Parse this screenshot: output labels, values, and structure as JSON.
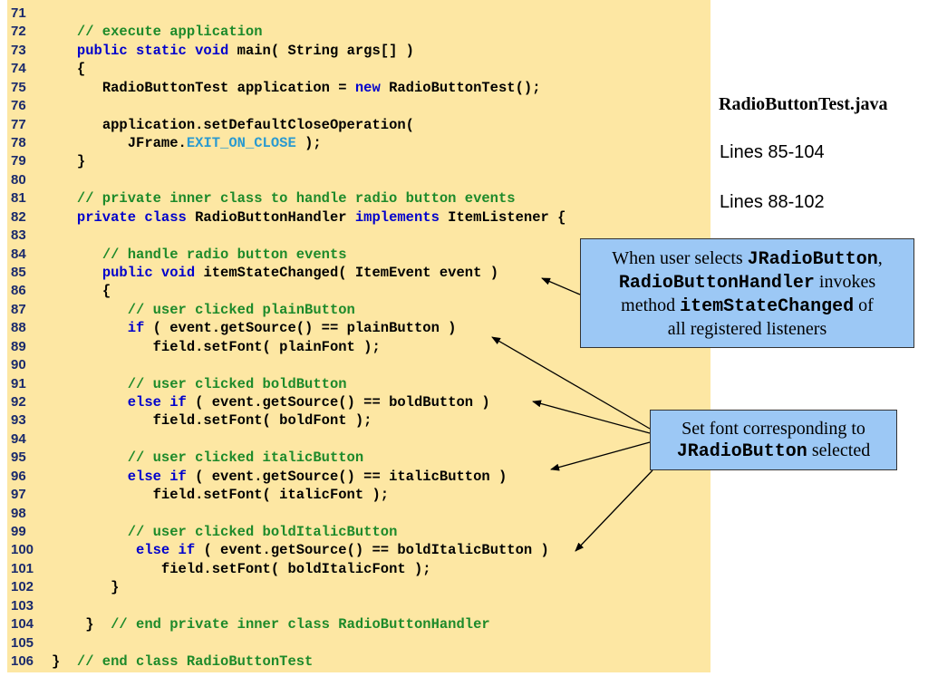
{
  "code": {
    "lines": [
      {
        "n": "71",
        "indent": "",
        "parts": []
      },
      {
        "n": "72",
        "indent": "   ",
        "parts": [
          {
            "t": "// execute application",
            "c": "cm"
          }
        ]
      },
      {
        "n": "73",
        "indent": "   ",
        "parts": [
          {
            "t": "public static void",
            "c": "kw"
          },
          {
            "t": " main( String args[] )",
            "c": ""
          }
        ]
      },
      {
        "n": "74",
        "indent": "   ",
        "parts": [
          {
            "t": "{",
            "c": ""
          }
        ]
      },
      {
        "n": "75",
        "indent": "      ",
        "parts": [
          {
            "t": "RadioButtonTest application = ",
            "c": ""
          },
          {
            "t": "new",
            "c": "kw"
          },
          {
            "t": " RadioButtonTest();",
            "c": ""
          }
        ]
      },
      {
        "n": "76",
        "indent": "",
        "parts": []
      },
      {
        "n": "77",
        "indent": "      ",
        "parts": [
          {
            "t": "application.setDefaultCloseOperation(",
            "c": ""
          }
        ]
      },
      {
        "n": "78",
        "indent": "         ",
        "parts": [
          {
            "t": "JFrame.",
            "c": ""
          },
          {
            "t": "EXIT_ON_CLOSE",
            "c": "cst"
          },
          {
            "t": " );",
            "c": ""
          }
        ]
      },
      {
        "n": "79",
        "indent": "   ",
        "parts": [
          {
            "t": "}",
            "c": ""
          }
        ]
      },
      {
        "n": "80",
        "indent": "",
        "parts": []
      },
      {
        "n": "81",
        "indent": "   ",
        "parts": [
          {
            "t": "// private inner class to handle radio button events",
            "c": "cm"
          }
        ]
      },
      {
        "n": "82",
        "indent": "   ",
        "parts": [
          {
            "t": "private class",
            "c": "kw"
          },
          {
            "t": " RadioButtonHandler ",
            "c": ""
          },
          {
            "t": "implements",
            "c": "kw"
          },
          {
            "t": " ItemListener {",
            "c": ""
          }
        ]
      },
      {
        "n": "83",
        "indent": "",
        "parts": []
      },
      {
        "n": "84",
        "indent": "      ",
        "parts": [
          {
            "t": "// handle radio button events",
            "c": "cm"
          }
        ]
      },
      {
        "n": "85",
        "indent": "      ",
        "parts": [
          {
            "t": "public void",
            "c": "kw"
          },
          {
            "t": " itemStateChanged( ItemEvent event )",
            "c": ""
          }
        ]
      },
      {
        "n": "86",
        "indent": "      ",
        "parts": [
          {
            "t": "{",
            "c": ""
          }
        ]
      },
      {
        "n": "87",
        "indent": "         ",
        "parts": [
          {
            "t": "// user clicked plainButton",
            "c": "cm"
          }
        ]
      },
      {
        "n": "88",
        "indent": "         ",
        "parts": [
          {
            "t": "if",
            "c": "kw"
          },
          {
            "t": " ( event.getSource() == plainButton )",
            "c": ""
          }
        ]
      },
      {
        "n": "89",
        "indent": "            ",
        "parts": [
          {
            "t": "field.setFont( plainFont );",
            "c": ""
          }
        ]
      },
      {
        "n": "90",
        "indent": "",
        "parts": []
      },
      {
        "n": "91",
        "indent": "         ",
        "parts": [
          {
            "t": "// user clicked boldButton",
            "c": "cm"
          }
        ]
      },
      {
        "n": "92",
        "indent": "         ",
        "parts": [
          {
            "t": "else if",
            "c": "kw"
          },
          {
            "t": " ( event.getSource() == boldButton )",
            "c": ""
          }
        ]
      },
      {
        "n": "93",
        "indent": "            ",
        "parts": [
          {
            "t": "field.setFont( boldFont );",
            "c": ""
          }
        ]
      },
      {
        "n": "94",
        "indent": "",
        "parts": []
      },
      {
        "n": "95",
        "indent": "         ",
        "parts": [
          {
            "t": "// user clicked italicButton",
            "c": "cm"
          }
        ]
      },
      {
        "n": "96",
        "indent": "         ",
        "parts": [
          {
            "t": "else if",
            "c": "kw"
          },
          {
            "t": " ( event.getSource() == italicButton )",
            "c": ""
          }
        ]
      },
      {
        "n": "97",
        "indent": "            ",
        "parts": [
          {
            "t": "field.setFont( italicFont );",
            "c": ""
          }
        ]
      },
      {
        "n": "98",
        "indent": "",
        "parts": []
      },
      {
        "n": "99",
        "indent": "         ",
        "parts": [
          {
            "t": "// user clicked boldItalicButton",
            "c": "cm"
          }
        ]
      },
      {
        "n": "100",
        "indent": "          ",
        "parts": [
          {
            "t": "else if",
            "c": "kw"
          },
          {
            "t": " ( event.getSource() == boldItalicButton )",
            "c": ""
          }
        ]
      },
      {
        "n": "101",
        "indent": "             ",
        "parts": [
          {
            "t": "field.setFont( boldItalicFont );",
            "c": ""
          }
        ]
      },
      {
        "n": "102",
        "indent": "       ",
        "parts": [
          {
            "t": "}",
            "c": ""
          }
        ]
      },
      {
        "n": "103",
        "indent": "",
        "parts": []
      },
      {
        "n": "104",
        "indent": "    ",
        "parts": [
          {
            "t": "}  ",
            "c": ""
          },
          {
            "t": "// end private inner class RadioButtonHandler",
            "c": "cm"
          }
        ]
      },
      {
        "n": "105",
        "indent": "",
        "parts": []
      },
      {
        "n": "106",
        "indent": "",
        "parts": [
          {
            "t": "}  ",
            "c": ""
          },
          {
            "t": "// end class RadioButtonTest",
            "c": "cm"
          }
        ]
      }
    ]
  },
  "sidebar": {
    "filename": "RadioButtonTest.java",
    "lines_a": "Lines 85-104",
    "lines_b": "Lines 88-102"
  },
  "callouts": [
    {
      "parts": [
        {
          "t": "When user selects ",
          "m": false
        },
        {
          "t": "JRadioButton",
          "m": true
        },
        {
          "t": ",",
          "m": false
        },
        {
          "br": true
        },
        {
          "t": "RadioButtonHandler",
          "m": true
        },
        {
          "t": " invokes",
          "m": false
        },
        {
          "br": true
        },
        {
          "t": "method ",
          "m": false
        },
        {
          "t": "itemStateChanged",
          "m": true
        },
        {
          "t": " of",
          "m": false
        },
        {
          "br": true
        },
        {
          "t": "all registered listeners",
          "m": false
        }
      ]
    },
    {
      "parts": [
        {
          "t": "Set font corresponding to",
          "m": false
        },
        {
          "br": true
        },
        {
          "t": "JRadioButton",
          "m": true
        },
        {
          "t": " selected",
          "m": false
        }
      ]
    }
  ],
  "colors": {
    "panel_bg": "#fde7a3",
    "keyword": "#0000cc",
    "comment": "#1d8a2a",
    "constant": "#2a9ad0",
    "line_number": "#1a2a6c",
    "callout_bg": "#9cc8f5"
  }
}
